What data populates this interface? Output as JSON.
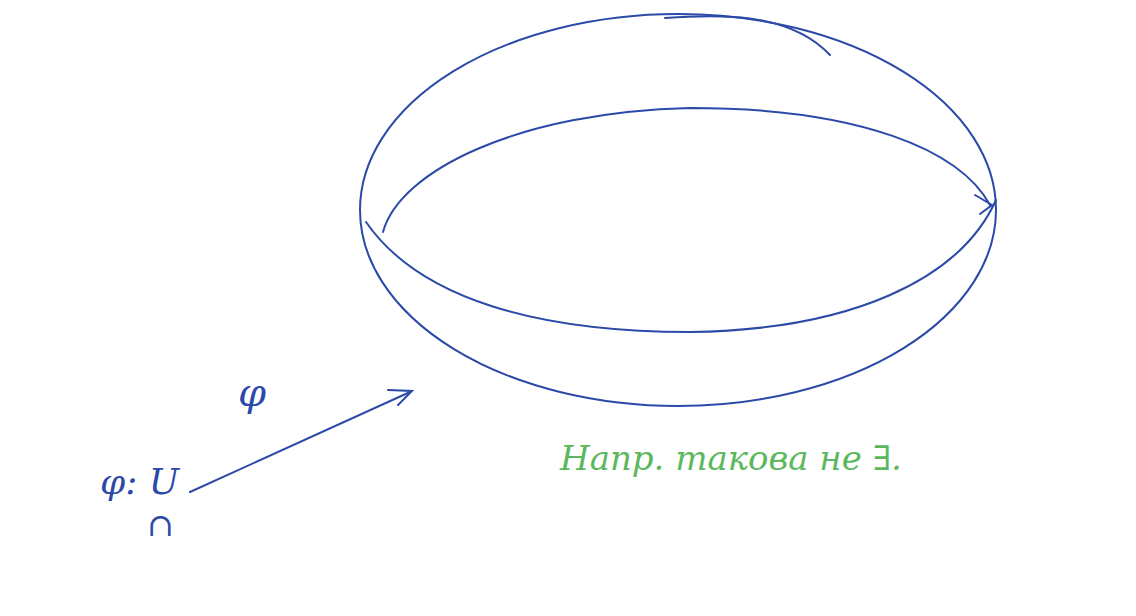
{
  "diagram": {
    "labels": [
      "φ",
      "φ: U",
      "∩",
      "Напр. такова не ∃."
    ]
  }
}
